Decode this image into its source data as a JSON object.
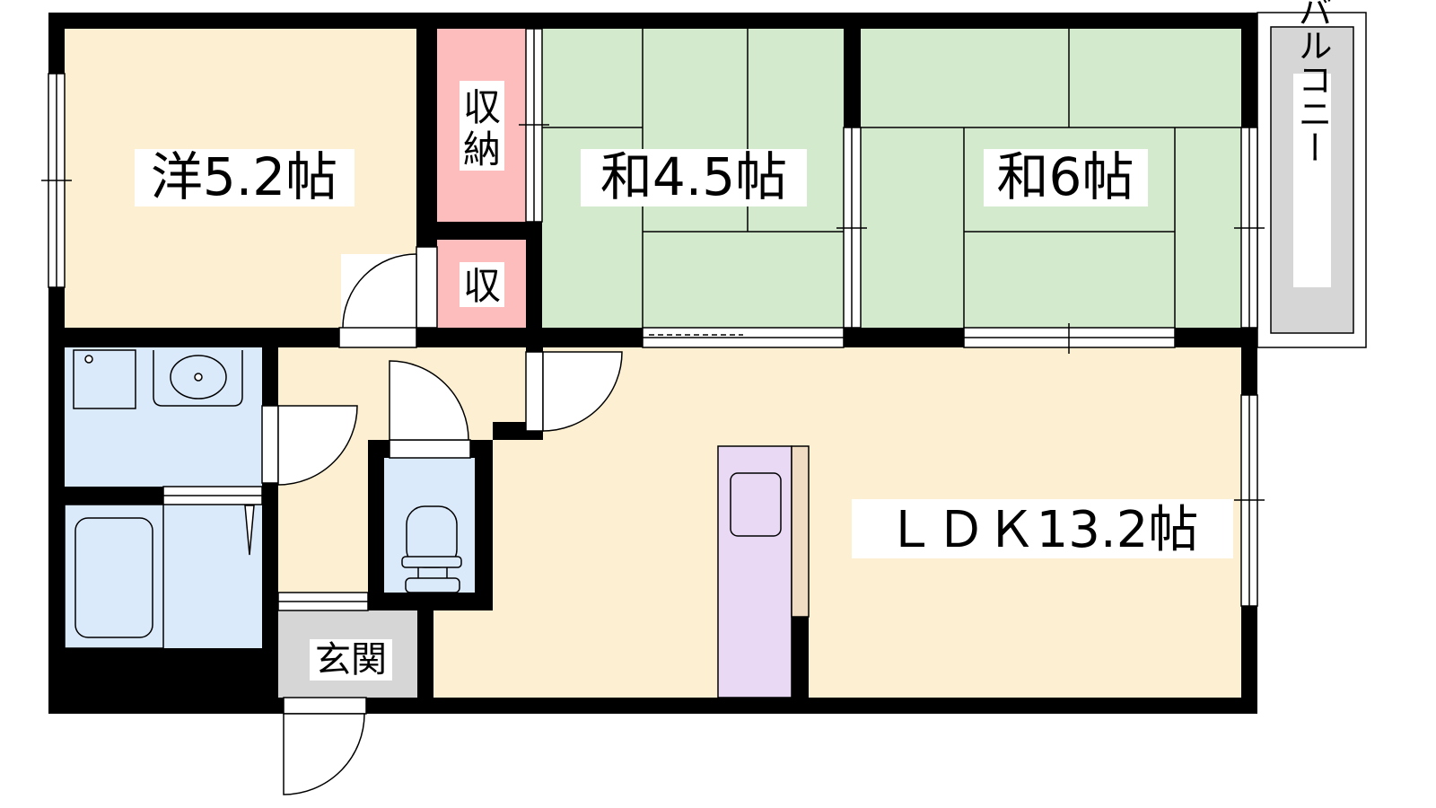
{
  "rooms": {
    "western": {
      "label": "洋5.2帖"
    },
    "storage_large": {
      "label_line1": "収",
      "label_line2": "納"
    },
    "storage_small": {
      "label": "収"
    },
    "japanese_a": {
      "label": "和4.5帖"
    },
    "japanese_b": {
      "label": "和6帖"
    },
    "ldk": {
      "label": "ＬＤＫ13.2帖"
    },
    "entrance": {
      "label": "玄関"
    },
    "balcony": {
      "label": "バルコニー"
    }
  },
  "colors": {
    "wall": "#000000",
    "western_floor": "#fdf0d2",
    "ldk_floor": "#fdf0d2",
    "tatami": "#d3ebcc",
    "storage": "#fdbdbd",
    "wet_area": "#dbeafa",
    "kitchen": "#ead9f4",
    "counter": "#f0dcc3",
    "entrance_floor": "#d6d6d6",
    "balcony": "#d6d6d6"
  }
}
